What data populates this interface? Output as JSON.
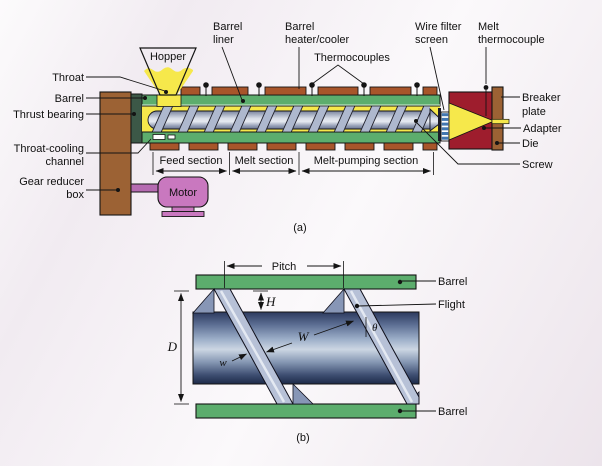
{
  "figure": "screw-extruder-schematic",
  "colors": {
    "barrel_green": "#5cad6d",
    "melt_yellow": "#f6e84b",
    "adapter_red": "#9e1d2d",
    "heater_brown": "#a8552a",
    "housing_brown": "#9c6234",
    "motor_pink": "#c978bf",
    "screw_steel": "#aeb8ce",
    "screen_blue": "#4277b0"
  },
  "diagram_a": {
    "caption": "(a)",
    "labels": {
      "hopper": "Hopper",
      "throat": "Throat",
      "barrel": "Barrel",
      "thrust_bearing": "Thrust bearing",
      "throat_cooling": [
        "Throat-cooling",
        "channel"
      ],
      "gear_reducer": [
        "Gear reducer",
        "box"
      ],
      "barrel_liner": [
        "Barrel",
        "liner"
      ],
      "barrel_heater": [
        "Barrel",
        "heater/cooler"
      ],
      "thermocouples": "Thermocouples",
      "wire_filter": [
        "Wire filter",
        "screen"
      ],
      "melt_thermocouple": [
        "Melt",
        "thermocouple"
      ],
      "breaker_plate": [
        "Breaker",
        "plate"
      ],
      "adapter": "Adapter",
      "die": "Die",
      "screw": "Screw",
      "motor": "Motor",
      "feed_section": "Feed section",
      "melt_section": "Melt section",
      "melt_pumping_section": "Melt-pumping section"
    }
  },
  "diagram_b": {
    "caption": "(b)",
    "labels": {
      "pitch": "Pitch",
      "barrel_top": "Barrel",
      "flight": "Flight",
      "barrel_bottom": "Barrel",
      "flight_depth": "H",
      "diameter": "D",
      "channel_width": "W",
      "flight_width": "w",
      "helix_angle": "θ"
    }
  }
}
